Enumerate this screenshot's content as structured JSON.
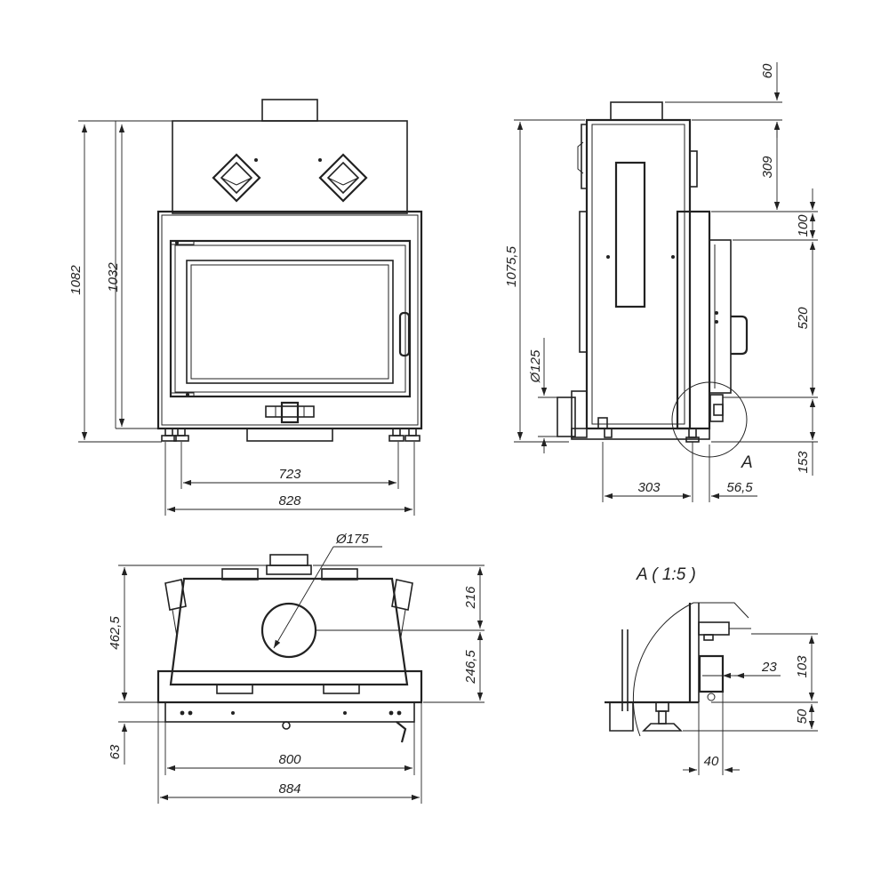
{
  "front_view": {
    "height_total": "1082",
    "height_body": "1032",
    "width_feet": "723",
    "width_body": "828"
  },
  "side_view": {
    "height_total": "1075,5",
    "top_60": "60",
    "h_309": "309",
    "h_100": "100",
    "h_520": "520",
    "h_153": "153",
    "flue_diameter": "Ø125",
    "depth_303": "303",
    "depth_56_5": "56,5",
    "detail_marker": "A"
  },
  "top_view": {
    "flue_diameter": "Ø175",
    "depth_total": "462,5",
    "d_216": "216",
    "d_246_5": "246,5",
    "d_63": "63",
    "width_800": "800",
    "width_884": "884"
  },
  "detail_view": {
    "title": "A ( 1:5 )",
    "h_103": "103",
    "d_23": "23",
    "h_50": "50",
    "w_40": "40"
  }
}
